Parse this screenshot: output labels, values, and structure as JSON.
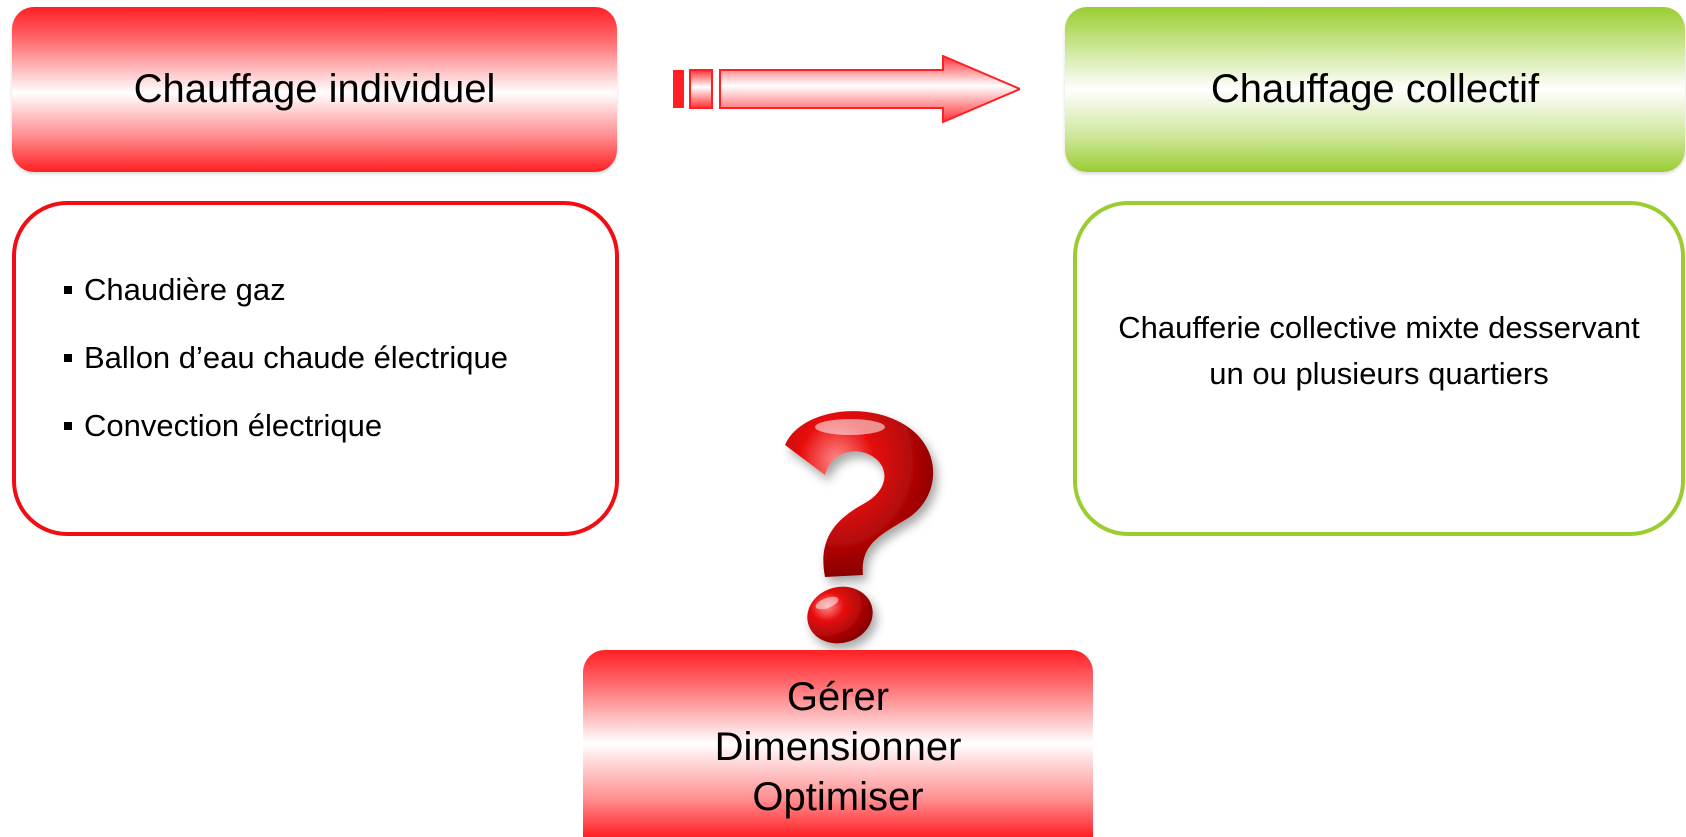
{
  "left": {
    "header": "Chauffage individuel",
    "items": [
      "Chaudière gaz",
      "Ballon d’eau chaude électrique",
      "Convection électrique"
    ]
  },
  "right": {
    "header": "Chauffage collectif",
    "description": "Chaufferie collective mixte desservant un ou plusieurs quartiers"
  },
  "bottom": {
    "lines": [
      "Gérer",
      "Dimensionner",
      "Optimiser"
    ]
  },
  "colors": {
    "red": "#f00e14",
    "green": "#9acd32"
  },
  "icons": {
    "arrow": "right-arrow-icon",
    "question": "question-mark-icon"
  }
}
